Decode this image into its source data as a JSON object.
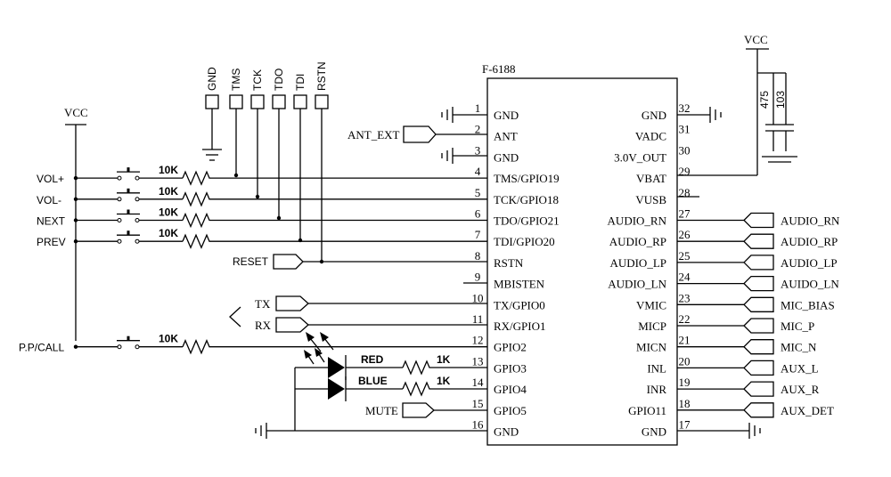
{
  "chip": {
    "name": "F-6188",
    "left_pins": [
      {
        "num": "1",
        "label": "GND"
      },
      {
        "num": "2",
        "label": "ANT"
      },
      {
        "num": "3",
        "label": "GND"
      },
      {
        "num": "4",
        "label": "TMS/GPIO19"
      },
      {
        "num": "5",
        "label": "TCK/GPIO18"
      },
      {
        "num": "6",
        "label": "TDO/GPIO21"
      },
      {
        "num": "7",
        "label": "TDI/GPIO20"
      },
      {
        "num": "8",
        "label": "RSTN"
      },
      {
        "num": "9",
        "label": "MBISTEN"
      },
      {
        "num": "10",
        "label": "TX/GPIO0"
      },
      {
        "num": "11",
        "label": "RX/GPIO1"
      },
      {
        "num": "12",
        "label": "GPIO2"
      },
      {
        "num": "13",
        "label": "GPIO3"
      },
      {
        "num": "14",
        "label": "GPIO4"
      },
      {
        "num": "15",
        "label": "GPIO5"
      },
      {
        "num": "16",
        "label": "GND"
      }
    ],
    "right_pins": [
      {
        "num": "32",
        "label": "GND"
      },
      {
        "num": "31",
        "label": "VADC"
      },
      {
        "num": "30",
        "label": "3.0V_OUT"
      },
      {
        "num": "29",
        "label": "VBAT"
      },
      {
        "num": "28",
        "label": "VUSB"
      },
      {
        "num": "27",
        "label": "AUDIO_RN"
      },
      {
        "num": "26",
        "label": "AUDIO_RP"
      },
      {
        "num": "25",
        "label": "AUDIO_LP"
      },
      {
        "num": "24",
        "label": "AUDIO_LN"
      },
      {
        "num": "23",
        "label": "VMIC"
      },
      {
        "num": "22",
        "label": "MICP"
      },
      {
        "num": "21",
        "label": "MICN"
      },
      {
        "num": "20",
        "label": "INL"
      },
      {
        "num": "19",
        "label": "INR"
      },
      {
        "num": "18",
        "label": "GPIO11"
      },
      {
        "num": "17",
        "label": "GND"
      }
    ]
  },
  "right_ports": [
    "AUDIO_RN",
    "AUDIO_RP",
    "AUDIO_LP",
    "AUIDO_LN",
    "MIC_BIAS",
    "MIC_P",
    "MIC_N",
    "AUX_L",
    "AUX_R",
    "AUX_DET"
  ],
  "vcc_left": "VCC",
  "vcc_right": "VCC",
  "caps": [
    "475",
    "103"
  ],
  "jtag_pads": [
    "GND",
    "TMS",
    "TCK",
    "TDO",
    "TDI",
    "RSTN"
  ],
  "buttons": [
    "VOL+",
    "VOL-",
    "NEXT",
    "PREV",
    "P.P/CALL"
  ],
  "resistor_label": "10K",
  "ant_port": "ANT_EXT",
  "reset_port": "RESET",
  "tx_port": "TX",
  "rx_port": "RX",
  "mute_port": "MUTE",
  "leds": [
    {
      "name": "RED",
      "resistor": "1K"
    },
    {
      "name": "BLUE",
      "resistor": "1K"
    }
  ],
  "colors": {
    "ink": "#000000",
    "background": "#ffffff"
  }
}
